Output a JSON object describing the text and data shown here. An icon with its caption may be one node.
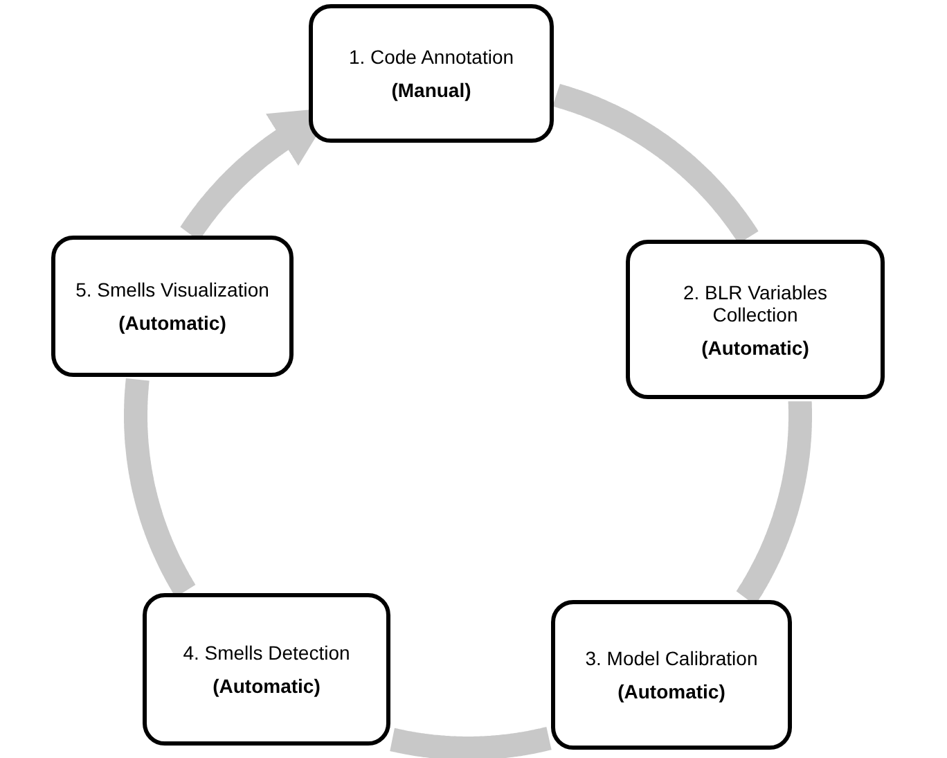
{
  "diagram": {
    "nodes": [
      {
        "text": [
          "1. Code Annotation",
          "(**Manual**)"
        ]
      },
      {
        "text": [
          "2. BLR Variables Collection",
          "(Automatic)"
        ]
      },
      {
        "text": [
          "3. Model Calibration",
          "(Automatic)"
        ]
      },
      {
        "text": [
          "4. Smells Detection",
          "(Automatic)"
        ]
      },
      {
        "text": [
          "5. Smells Visualization",
          "(Automatic)"
        ]
      }
    ],
    "edges": [
      {
        "from": 0,
        "to": 1,
        "arrow": "none"
      },
      {
        "from": 1,
        "to": 2,
        "arrow": "none"
      },
      {
        "from": 2,
        "to": 3,
        "arrow": "none"
      },
      {
        "from": 3,
        "to": 4,
        "arrow": "none"
      },
      {
        "from": 4,
        "to": 0,
        "arrow": "to"
      }
    ]
  }
}
